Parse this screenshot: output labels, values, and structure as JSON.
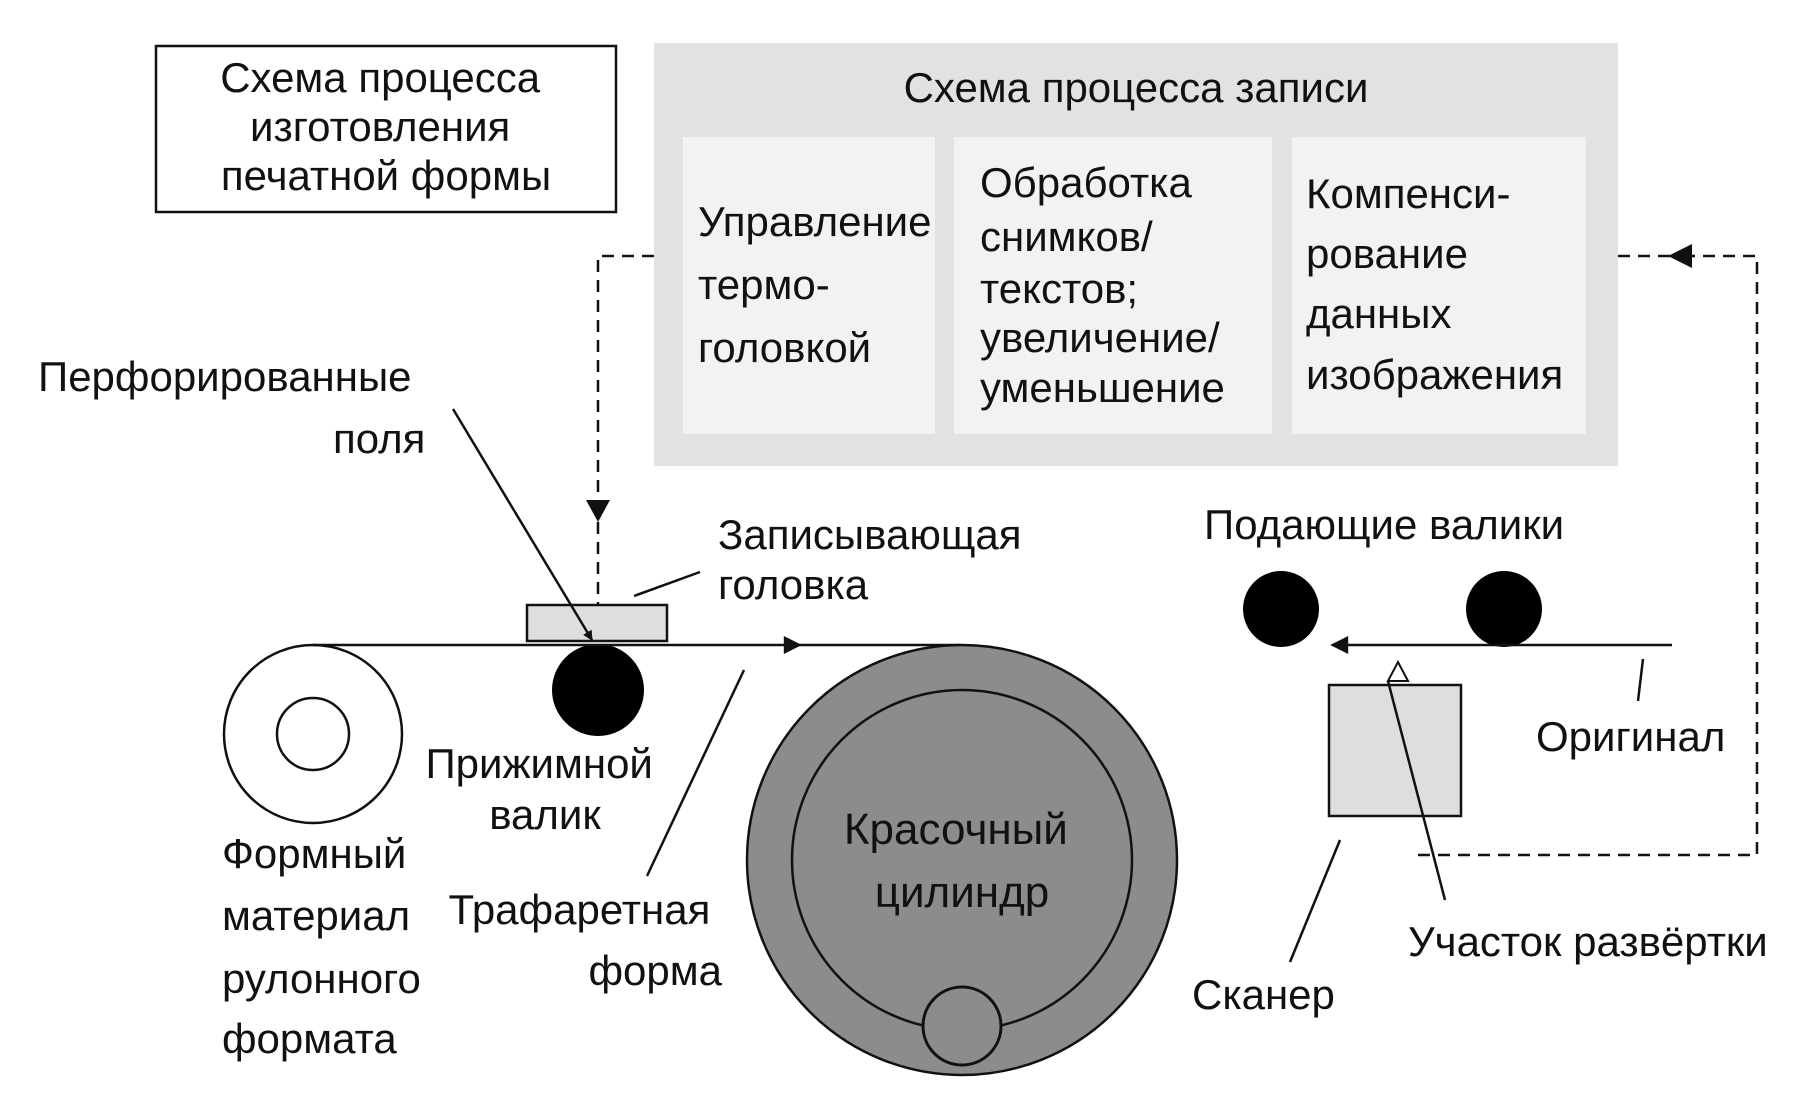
{
  "title_box": {
    "lines": [
      "Схема процесса",
      "изготовления",
      "печатной формы"
    ]
  },
  "recording_panel": {
    "title": "Схема процесса записи",
    "blocks": [
      {
        "id": "thermal-head-control",
        "lines": [
          "Управление",
          "термо-",
          "головкой"
        ]
      },
      {
        "id": "image-processing",
        "lines": [
          "Обработка",
          "снимков/",
          "текстов;",
          "увеличение/",
          "уменьшение"
        ]
      },
      {
        "id": "image-compensation",
        "lines": [
          "Компенси-",
          "рование",
          "данных",
          "изображения"
        ]
      }
    ]
  },
  "labels": {
    "perforated_fields": [
      "Перфорированные",
      "поля"
    ],
    "recording_head": [
      "Записывающая",
      "головка"
    ],
    "feed_rollers": [
      "Подающие валики"
    ],
    "pressure_roller": [
      "Прижимной",
      "валик"
    ],
    "roll_material": [
      "Формный",
      "материал",
      "рулонного",
      "формата"
    ],
    "stencil_form": [
      "Трафаретная",
      "форма"
    ],
    "ink_cylinder": [
      "Красочный",
      "цилиндр"
    ],
    "original": [
      "Оригинал"
    ],
    "scan_area": [
      "Участок развёртки"
    ],
    "scanner": [
      "Сканер"
    ]
  },
  "colors": {
    "panel_bg": "#e2e2e2",
    "block_bg": "#f2f2f2",
    "cylinder_fill": "#8c8c8c",
    "roller_fill": "#000000",
    "head_fill": "#dedede",
    "scanner_fill": "#dedede",
    "line": "#111111"
  }
}
